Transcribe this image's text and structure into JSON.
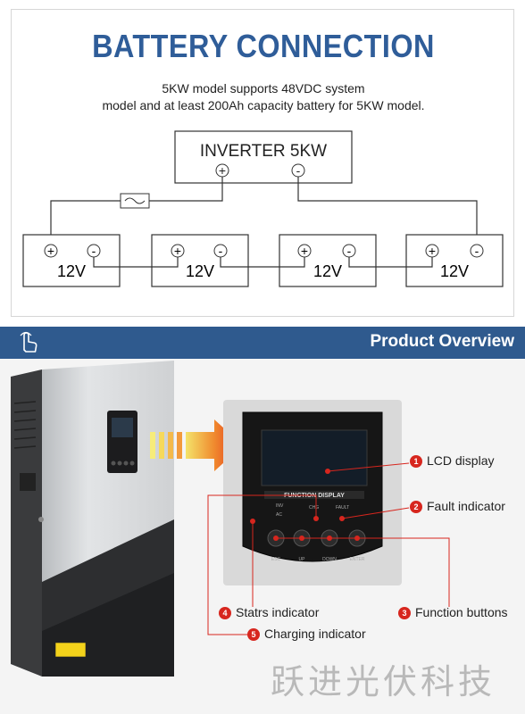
{
  "battery_section": {
    "title": "BATTERY CONNECTION",
    "desc_line1": "5KW model supports 48VDC system",
    "desc_line2": "model and at least 200Ah capacity battery for 5KW model.",
    "inverter_label": "INVERTER 5KW",
    "plus_symbol": "+",
    "minus_symbol": "-",
    "battery_voltage": "12V"
  },
  "overview": {
    "banner_title": "Product Overview",
    "function_display_text": "FUNCTION DISPLAY",
    "indicators": [
      "INV",
      "AC",
      "CHG",
      "FAULT"
    ],
    "button_labels": [
      "ESC",
      "UP",
      "DOWN",
      "ENTER"
    ],
    "callouts": [
      {
        "num": "1",
        "text": "LCD display"
      },
      {
        "num": "2",
        "text": "Fault indicator"
      },
      {
        "num": "3",
        "text": "Function buttons"
      },
      {
        "num": "4",
        "text": "Statrs indicator"
      },
      {
        "num": "5",
        "text": "Charging indicator"
      }
    ],
    "colors": {
      "banner": "#2f5a8e",
      "title": "#2f5d99",
      "callout": "#d7261e"
    }
  },
  "watermark": "跃进光伏科技"
}
